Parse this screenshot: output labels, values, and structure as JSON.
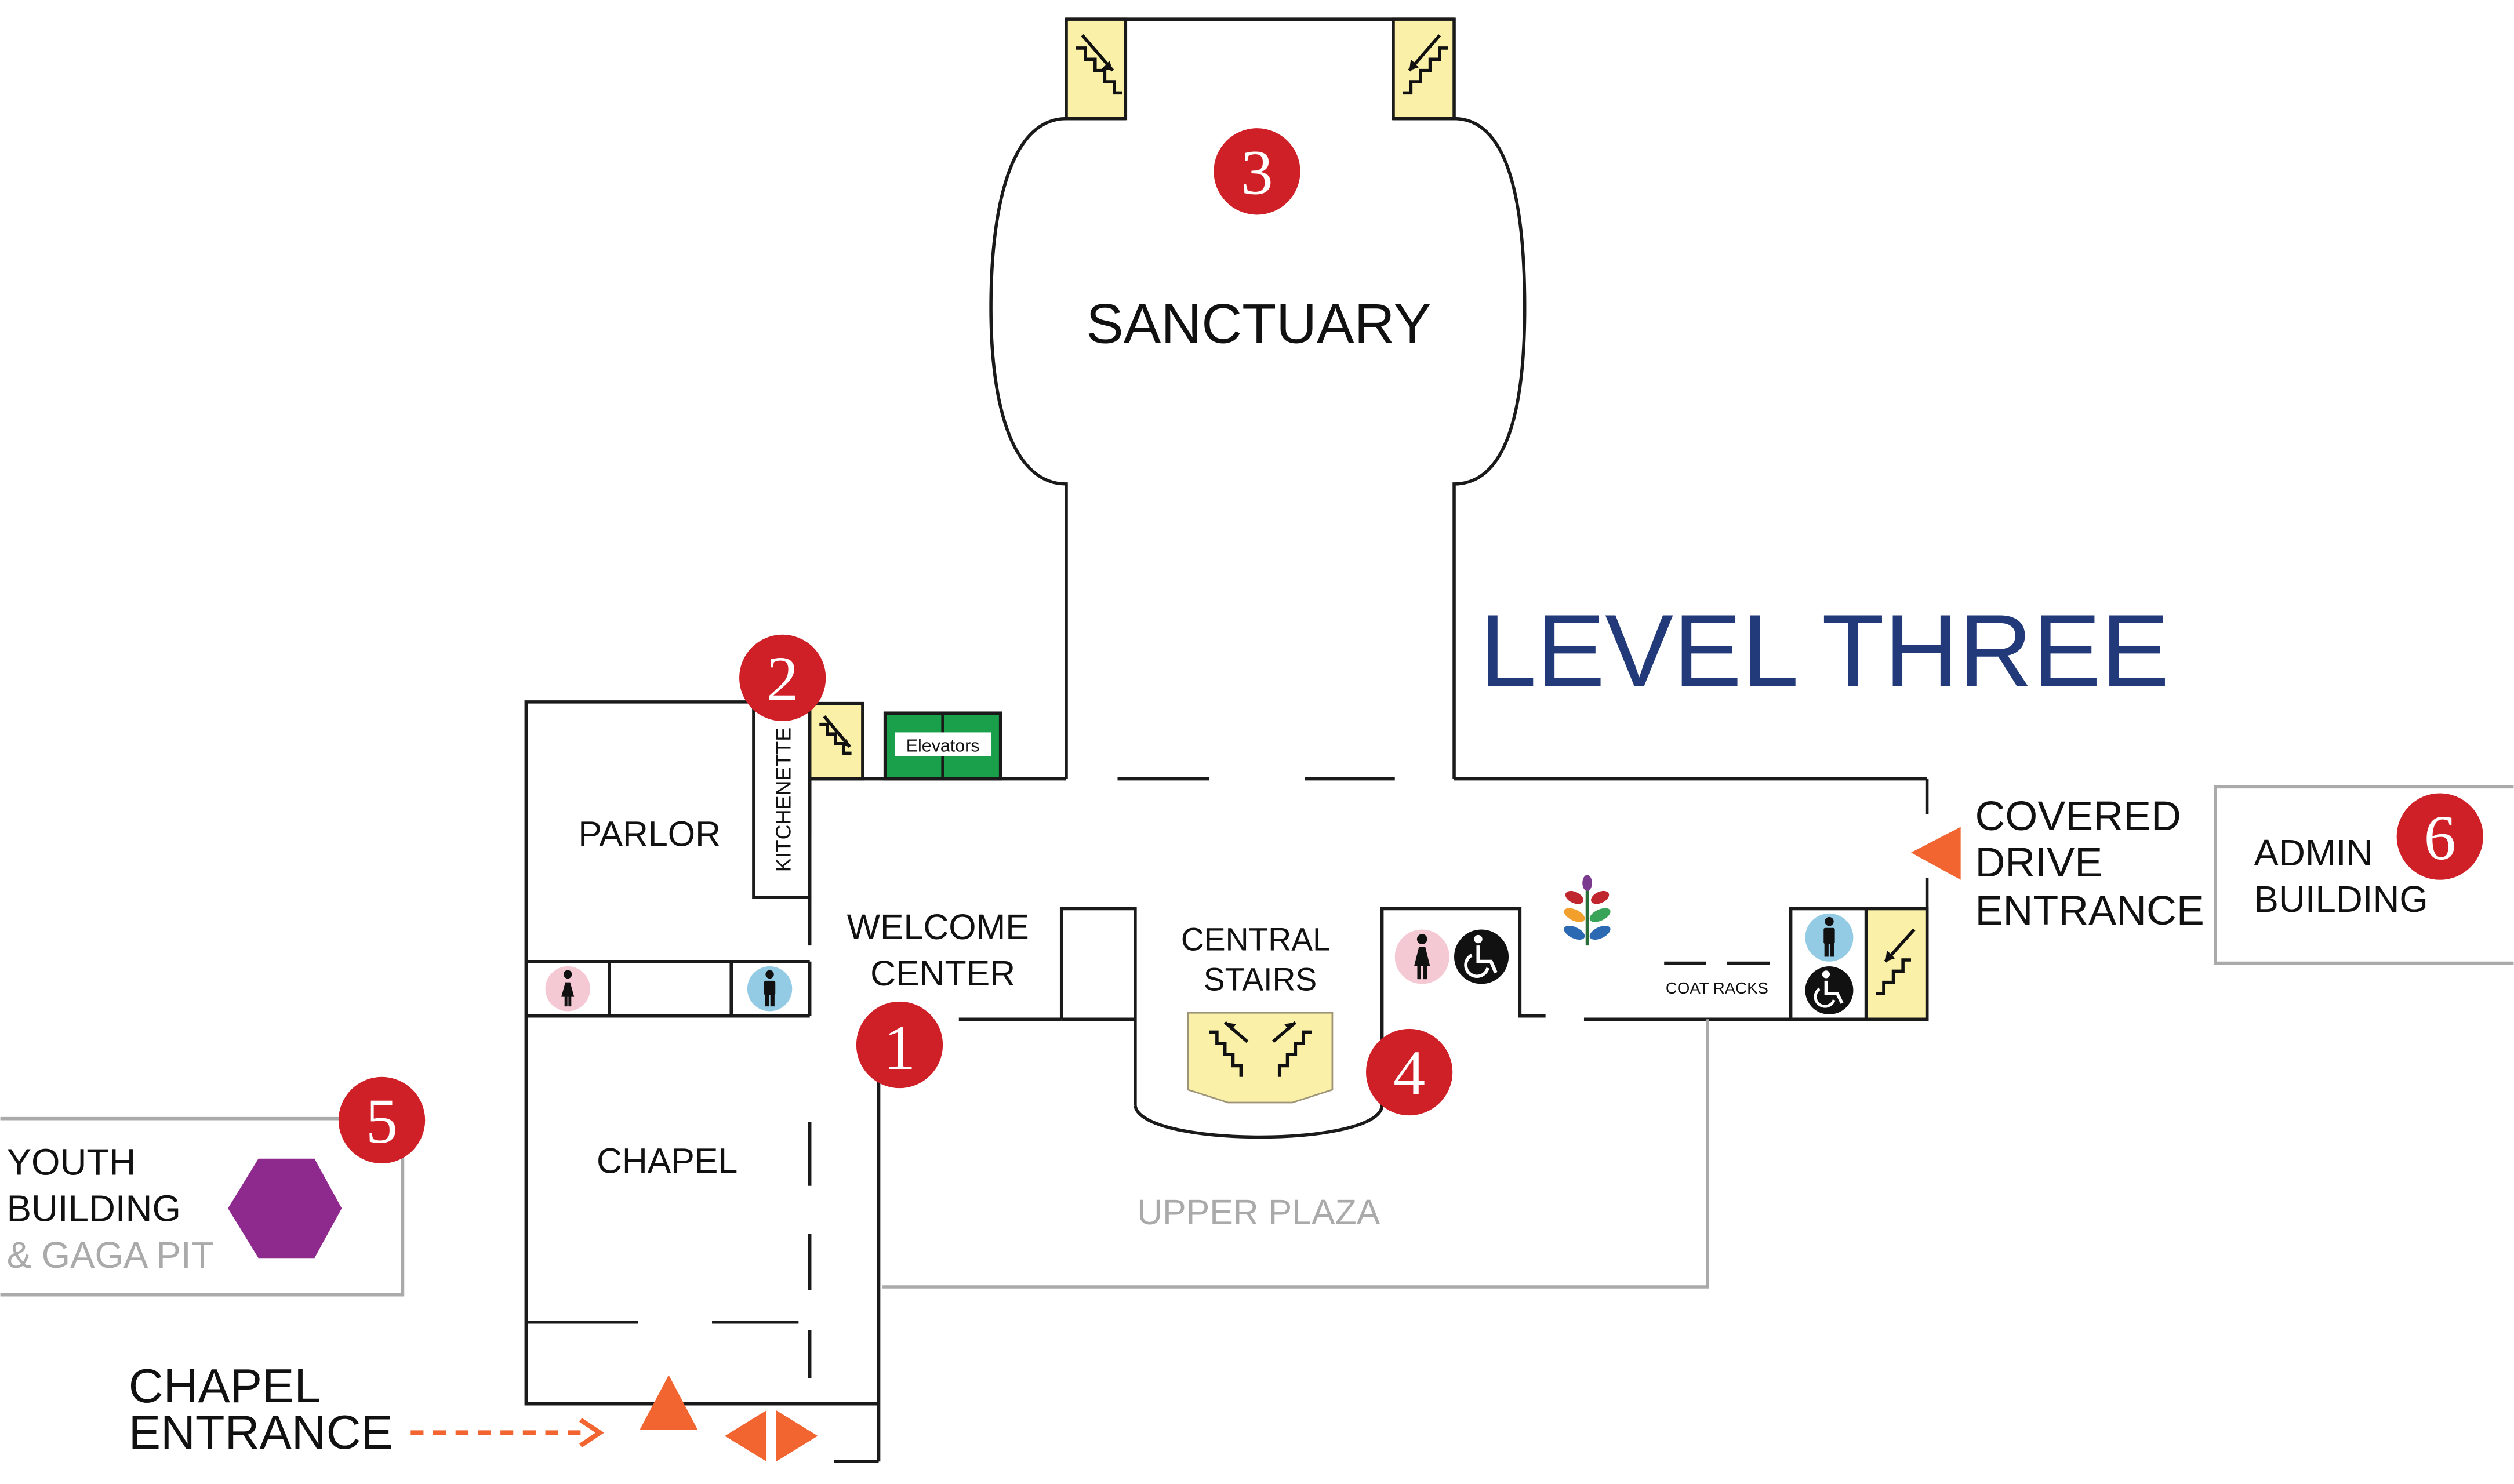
{
  "title": "LEVEL THREE",
  "colors": {
    "wall": "#1a1a1a",
    "plaza_line": "#aaaaaa",
    "stairs_fill": "#fbf0a7",
    "elevator_fill": "#1a9f4a",
    "marker_red": "#d02027",
    "entrance_orange": "#f26531",
    "title_blue": "#233a7a",
    "hexagon_purple": "#8e2a8e",
    "women_circle": "#f5c9d3",
    "men_circle": "#94cbe4",
    "accessible_circle": "#111111"
  },
  "rooms": {
    "sanctuary": "SANCTUARY",
    "parlor": "PARLOR",
    "kitchenette": "KITCHENETTE",
    "chapel": "CHAPEL",
    "welcome_center_1": "WELCOME",
    "welcome_center_2": "CENTER",
    "central_stairs_1": "CENTRAL",
    "central_stairs_2": "STAIRS",
    "upper_plaza": "UPPER PLAZA",
    "coat_racks": "COAT RACKS",
    "elevators": "Elevators"
  },
  "entrances": {
    "covered_drive_1": "COVERED",
    "covered_drive_2": "DRIVE",
    "covered_drive_3": "ENTRANCE",
    "chapel_entrance_1": "CHAPEL",
    "chapel_entrance_2": "ENTRANCE"
  },
  "buildings": {
    "admin_1": "ADMIN",
    "admin_2": "BUILDING",
    "youth_1": "YOUTH",
    "youth_2": "BUILDING",
    "youth_3": "& GAGA PIT"
  },
  "markers": [
    "1",
    "2",
    "3",
    "4",
    "5",
    "6"
  ],
  "icons": {
    "restroom_women": "woman-icon",
    "restroom_men": "man-icon",
    "accessible": "wheelchair-icon",
    "stairs": "stairs-icon",
    "logo": "leaf-logo-icon",
    "youth_building": "hexagon-icon",
    "entrance": "triangle-arrow-icon"
  }
}
